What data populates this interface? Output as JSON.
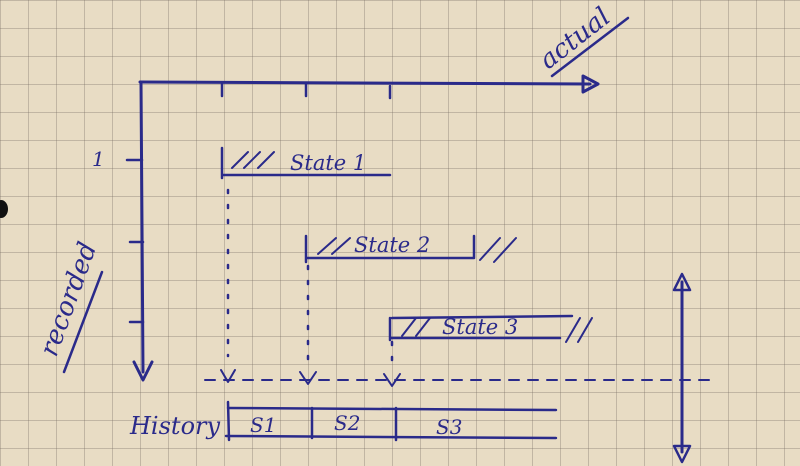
{
  "labels": {
    "x_axis": "actual",
    "y_axis": "recorded",
    "y_tick": "1",
    "history": "History"
  },
  "states": [
    {
      "label": "State 1"
    },
    {
      "label": "State 2"
    },
    {
      "label": "State 3"
    }
  ],
  "history_segments": [
    "S1",
    "S2",
    "S3"
  ],
  "colors": {
    "ink": "#2a2a8a",
    "paper": "#e8dcc4"
  }
}
